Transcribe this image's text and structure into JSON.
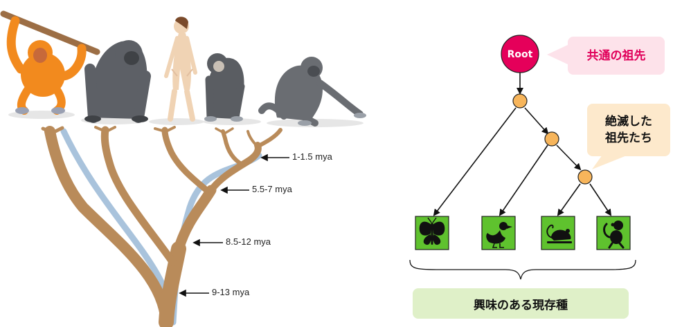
{
  "hominid_tree": {
    "species": [
      {
        "name_icon": "orangutan-icon",
        "color": "#f28a1e"
      },
      {
        "name_icon": "gorilla-icon",
        "color": "#5d6066"
      },
      {
        "name_icon": "human-icon",
        "color": "#f0d3b4"
      },
      {
        "name_icon": "chimpanzee-icon",
        "color": "#5a5d62"
      },
      {
        "name_icon": "bonobo-icon",
        "color": "#6a6d72"
      }
    ],
    "branch_color": "#b98b5a",
    "shadow_color": "#a9c3dc",
    "divergence_labels": [
      "1-1.5 mya",
      "5.5-7 mya",
      "8.5-12 mya",
      "9-13 mya"
    ]
  },
  "phylo_diagram": {
    "root_label": "Root",
    "root_color": "#e5005a",
    "ancestor_color": "#f7b55b",
    "leaf_color": "#5fc22e",
    "callout_common_ancestor": "共通の祖先",
    "callout_extinct_ancestors": "絶滅した\n祖先たち",
    "living_species_label": "興味のある現存種",
    "leaf_icons": [
      "butterfly-icon",
      "duck-icon",
      "rat-icon",
      "monkey-icon"
    ]
  }
}
